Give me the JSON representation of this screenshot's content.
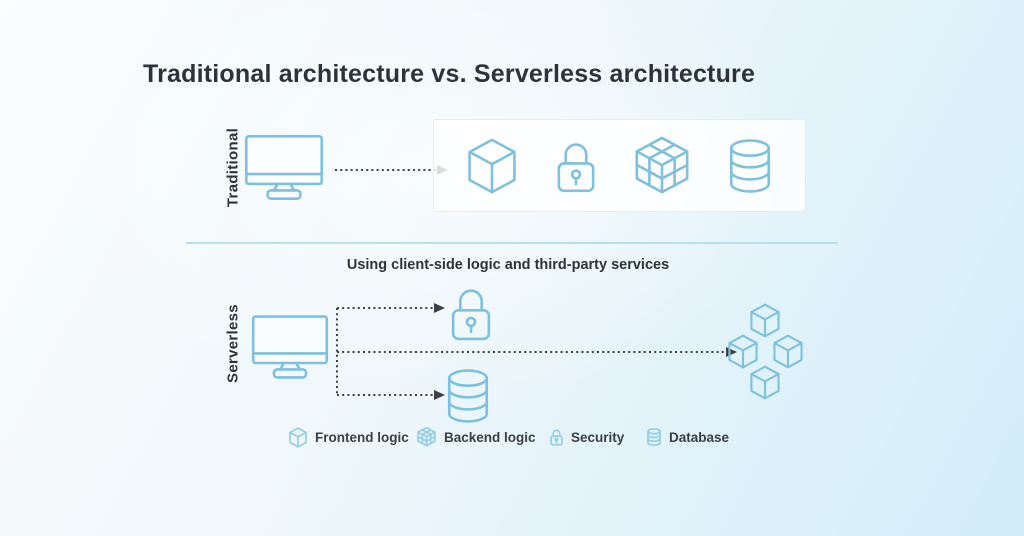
{
  "title": "Traditional architecture vs. Serverless architecture",
  "traditional": {
    "label": "Traditional",
    "client_icon": "monitor-icon",
    "stack_icons": [
      "cube-icon",
      "lock-icon",
      "segmented-cube-icon",
      "database-icon"
    ]
  },
  "serverless": {
    "label": "Serverless",
    "caption": "Using client-side logic and third-party services",
    "client_icon": "monitor-icon",
    "service_icons": [
      "lock-icon",
      "database-icon",
      "cube-cluster-icon"
    ]
  },
  "legend": {
    "items": [
      {
        "icon": "cube-icon",
        "label": "Frontend logic"
      },
      {
        "icon": "segmented-cube-icon",
        "label": "Backend logic"
      },
      {
        "icon": "lock-icon",
        "label": "Security"
      },
      {
        "icon": "database-icon",
        "label": "Database"
      }
    ]
  },
  "colors": {
    "icon_stroke": "#7fc1dc",
    "legend_icon_stroke": "#99cfe4",
    "text_dark": "#2d3338",
    "divider": "#b6dff0",
    "arrow": "#3d4044",
    "bg_start": "#fbfdfe",
    "bg_mid": "#eef7fb",
    "bg_end": "#d2edf9",
    "panel_bg": "rgba(255,255,255,0.82)",
    "panel_border": "#e2eef5"
  }
}
